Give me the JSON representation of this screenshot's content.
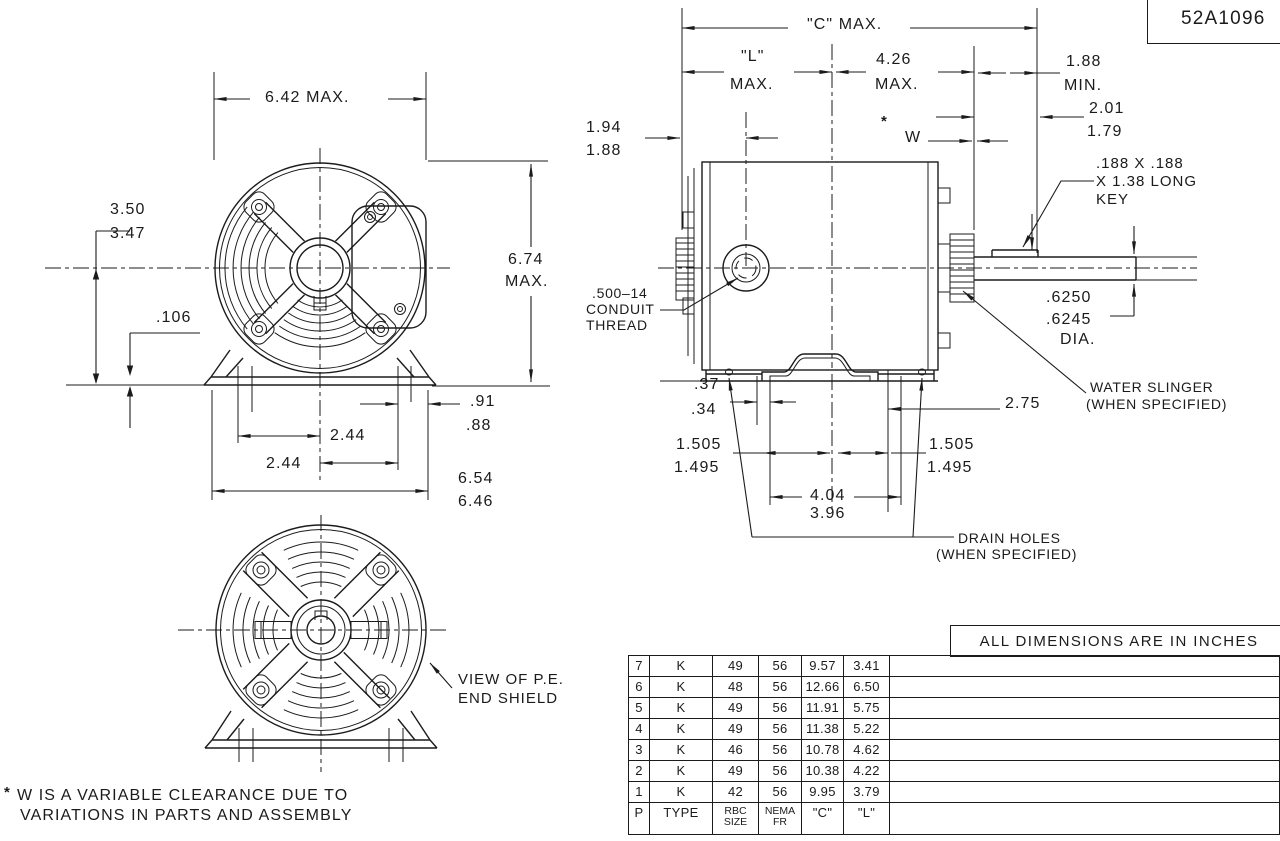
{
  "drawing_number": "52A1096",
  "banner": "ALL DIMENSIONS ARE IN INCHES",
  "note": {
    "star": "*",
    "line1": "W IS A VARIABLE CLEARANCE DUE TO",
    "line2": "VARIATIONS IN PARTS AND ASSEMBLY"
  },
  "front": {
    "width": "6.42 MAX.",
    "height1": "6.74",
    "height2": "MAX.",
    "shaft_h1": "3.50",
    "shaft_h2": "3.47",
    "plate": ".106",
    "bolt_left": "2.44",
    "bolt_right": "2.44",
    "foot1": ".91",
    "foot2": ".88",
    "base1": "6.54",
    "base2": "6.46"
  },
  "pe": {
    "label1": "VIEW OF P.E.",
    "label2": "END SHIELD"
  },
  "side": {
    "c_max": "\"C\" MAX.",
    "l1": "\"L\"",
    "l2": "MAX.",
    "d426a": "4.26",
    "d426b": "MAX.",
    "d188a": "1.88",
    "d188b": "MIN.",
    "d201": "2.01",
    "d179": "1.79",
    "key1": ".188 X .188",
    "key2": "X 1.38 LONG",
    "key3": "KEY",
    "d194a": "1.94",
    "d194b": "1.88",
    "w_star": "*",
    "w": "W",
    "conduit1": ".500–14",
    "conduit2": "CONDUIT",
    "conduit3": "THREAD",
    "dia1": ".6250",
    "dia2": ".6245",
    "dia3": "DIA.",
    "slinger1": "WATER SLINGER",
    "slinger2": "(WHEN SPECIFIED)",
    "d275": "2.75",
    "d37": ".37",
    "d34": ".34",
    "tol_l1": "1.505",
    "tol_l2": "1.495",
    "tol_r1": "1.505",
    "tol_r2": "1.495",
    "d404": "4.04",
    "d396": "3.96",
    "drain1": "DRAIN HOLES",
    "drain2": "(WHEN SPECIFIED)"
  },
  "table": {
    "header": [
      [
        "P"
      ],
      [
        "TYPE"
      ],
      [
        "RBC",
        "SIZE"
      ],
      [
        "NEMA",
        "FR"
      ],
      [
        "\"C\""
      ],
      [
        "\"L\""
      ]
    ],
    "rows": [
      [
        "7",
        "K",
        "49",
        "56",
        "9.57",
        "3.41"
      ],
      [
        "6",
        "K",
        "48",
        "56",
        "12.66",
        "6.50"
      ],
      [
        "5",
        "K",
        "49",
        "56",
        "11.91",
        "5.75"
      ],
      [
        "4",
        "K",
        "49",
        "56",
        "11.38",
        "5.22"
      ],
      [
        "3",
        "K",
        "46",
        "56",
        "10.78",
        "4.62"
      ],
      [
        "2",
        "K",
        "49",
        "56",
        "10.38",
        "4.22"
      ],
      [
        "1",
        "K",
        "42",
        "56",
        "9.95",
        "3.79"
      ]
    ]
  }
}
